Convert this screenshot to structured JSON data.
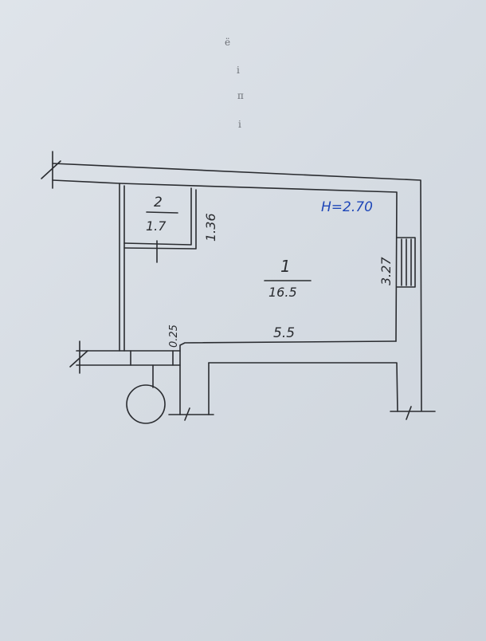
{
  "plan": {
    "height_label": "H=2.70",
    "rooms": [
      {
        "number": "1",
        "area": "16.5"
      },
      {
        "number": "2",
        "area": "1.7"
      }
    ],
    "dimensions": {
      "room_length": "5.5",
      "room_width": "3.27",
      "bath_width": "1.36",
      "wall_offset": "0.25"
    },
    "margin_marks": [
      "ё",
      "і",
      "п",
      "і"
    ]
  }
}
